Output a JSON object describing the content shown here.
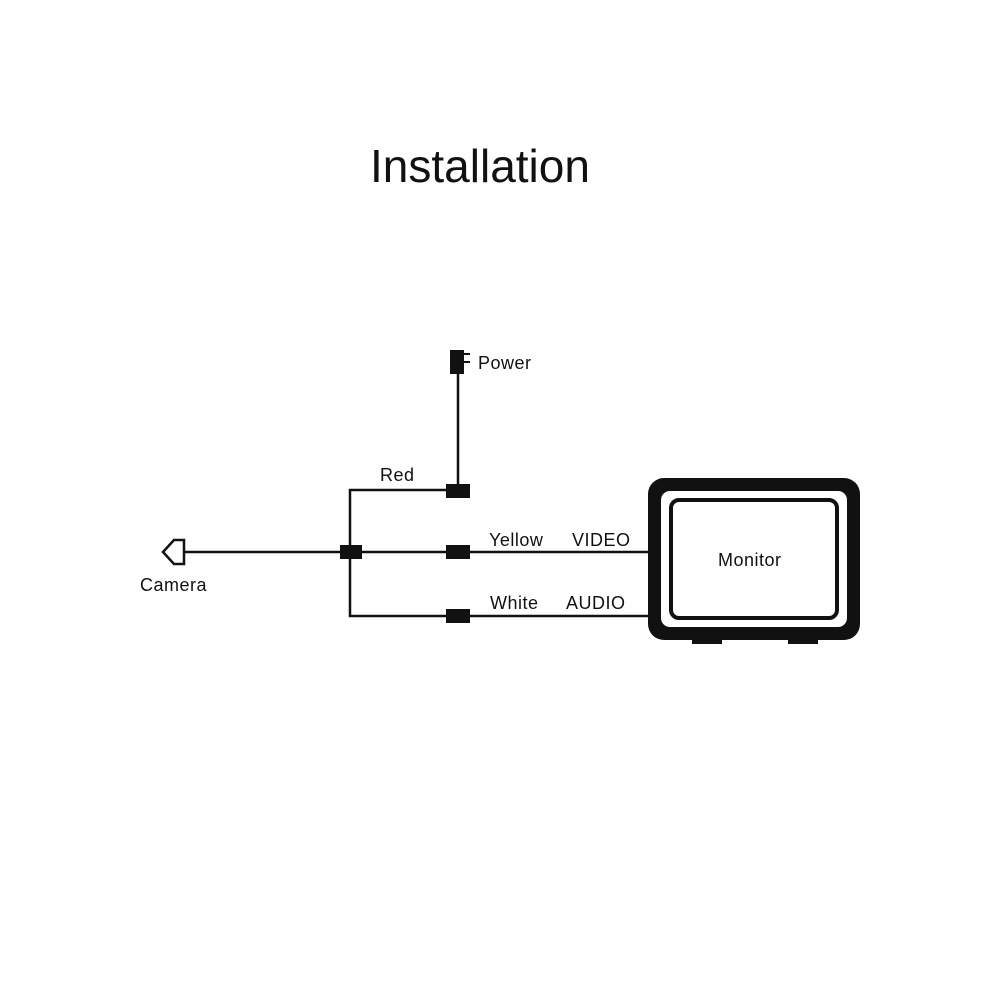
{
  "title": "Installation",
  "colors": {
    "line": "#111111",
    "background": "#ffffff"
  },
  "labels": {
    "power": "Power",
    "red": "Red",
    "yellow": "Yellow",
    "video": "VIDEO",
    "white": "White",
    "audio": "AUDIO",
    "camera": "Camera",
    "monitor": "Monitor"
  },
  "icons": {
    "camera": "camera-icon",
    "power": "power-plug-icon",
    "monitor": "monitor-icon"
  }
}
